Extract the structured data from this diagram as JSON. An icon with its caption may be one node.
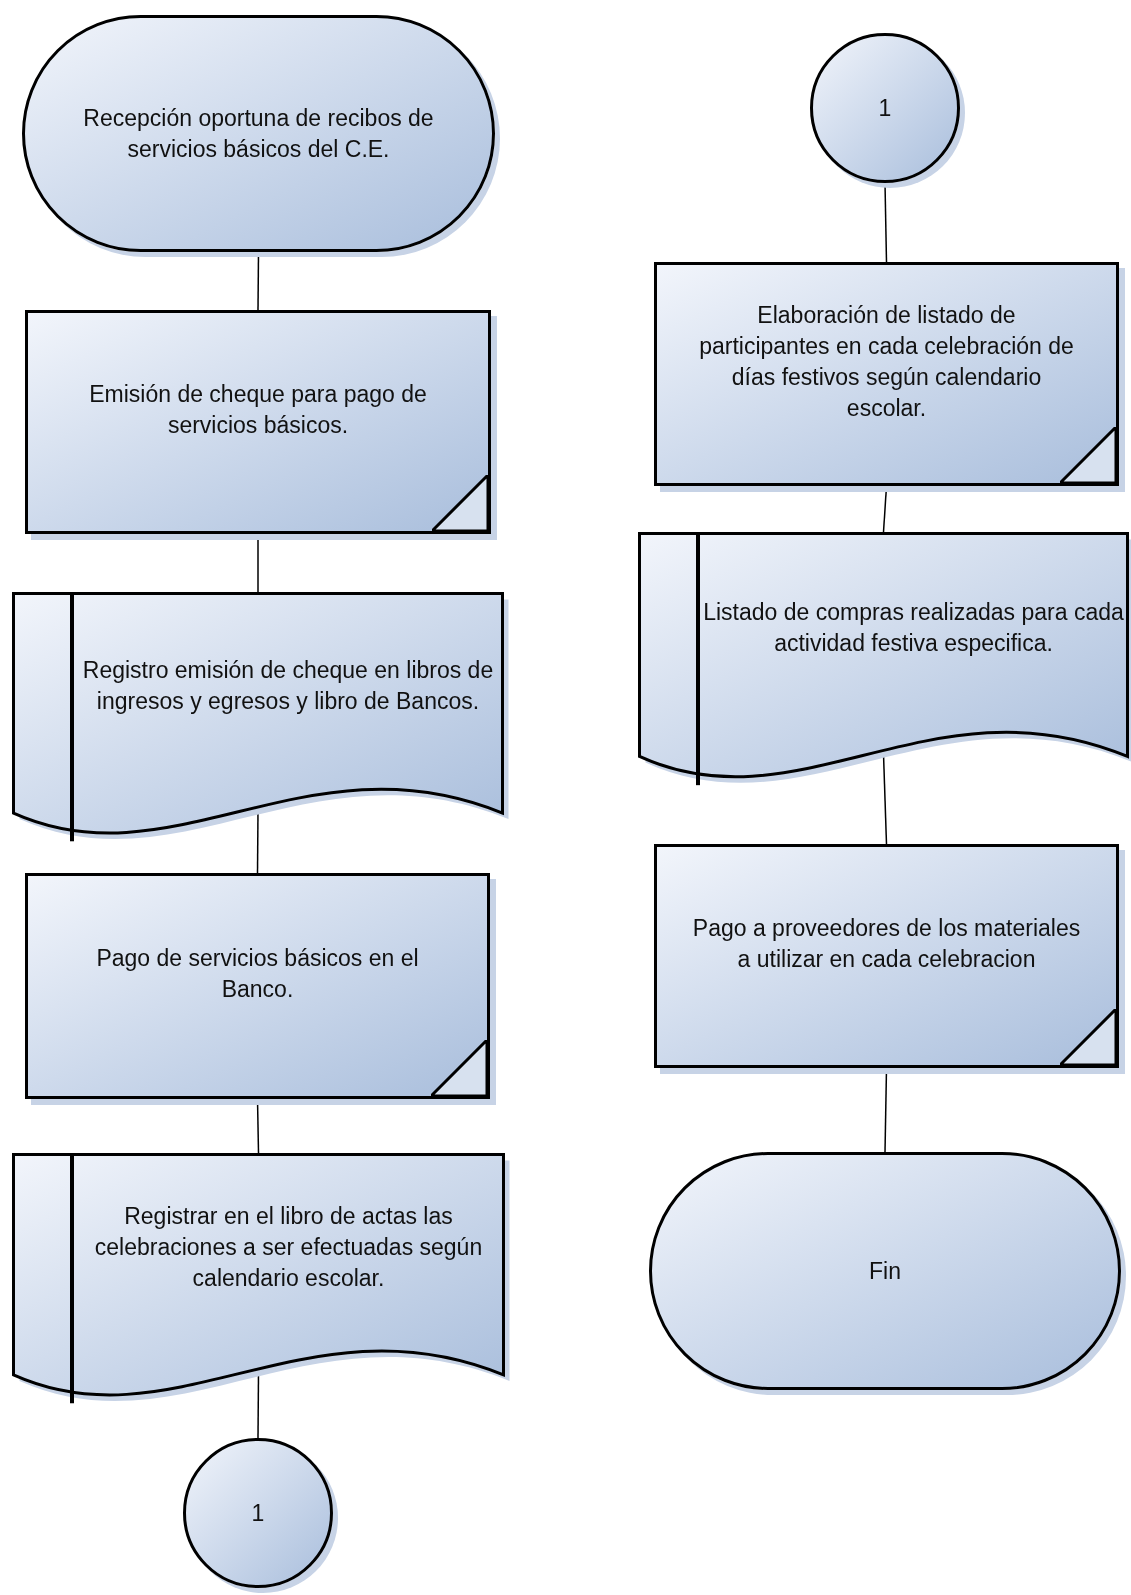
{
  "diagram": {
    "nodes": [
      {
        "text": [
          "Recepción oportuna de recibos de servicios básicos del C.E."
        ]
      },
      {
        "text": [
          "Emisión de cheque para pago de servicios básicos."
        ]
      },
      {
        "text": [
          "Registro emisión de cheque  en libros de ingresos y egresos y libro de Bancos."
        ]
      },
      {
        "text": [
          "Pago de servicios básicos en el Banco."
        ]
      },
      {
        "text": [
          "Registrar en el libro de actas las celebraciones a ser efectuadas según calendario escolar."
        ]
      },
      {
        "text": [
          "1"
        ]
      },
      {
        "text": [
          "1"
        ]
      },
      {
        "text": [
          "Elaboración de listado de participantes en cada celebración de días festivos según calendario escolar."
        ]
      },
      {
        "text": [
          "Listado de compras realizadas para cada actividad festiva especifica."
        ]
      },
      {
        "text": [
          "Pago a proveedores de los materiales a utilizar en cada celebracion"
        ]
      },
      {
        "text": [
          "Fin"
        ]
      }
    ],
    "edges": [
      {
        "from": 0,
        "to": 1,
        "arrow": "none"
      },
      {
        "from": 1,
        "to": 2,
        "arrow": "none"
      },
      {
        "from": 2,
        "to": 3,
        "arrow": "none"
      },
      {
        "from": 3,
        "to": 4,
        "arrow": "none"
      },
      {
        "from": 4,
        "to": 5,
        "arrow": "none"
      },
      {
        "from": 6,
        "to": 7,
        "arrow": "none"
      },
      {
        "from": 7,
        "to": 8,
        "arrow": "none"
      },
      {
        "from": 8,
        "to": 9,
        "arrow": "none"
      },
      {
        "from": 9,
        "to": 10,
        "arrow": "none"
      }
    ]
  }
}
